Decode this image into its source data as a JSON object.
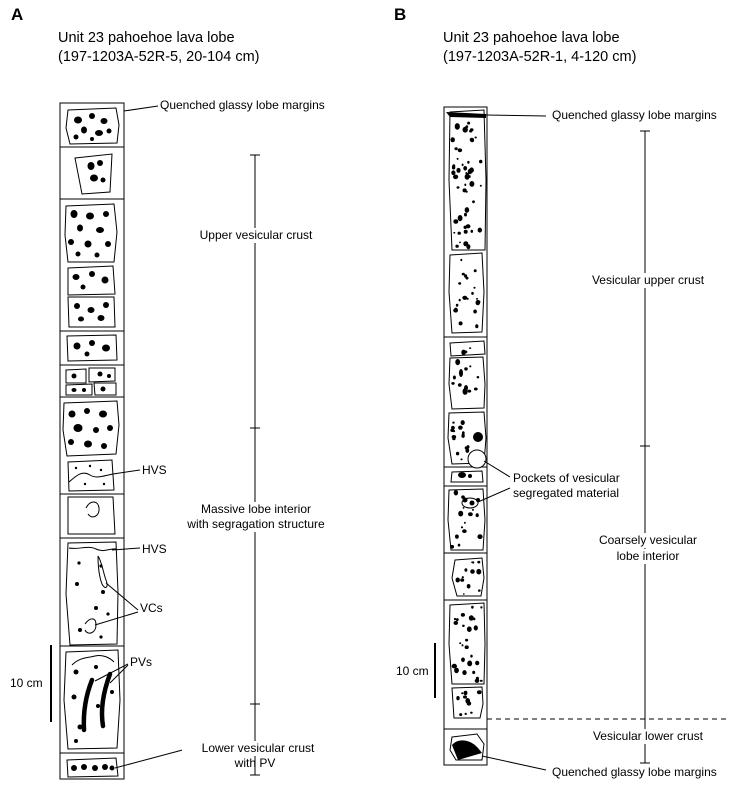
{
  "panel_a": {
    "letter": "A",
    "title_line1": "Unit 23 pahoehoe lava lobe",
    "title_line2": "(197-1203A-52R-5, 20-104 cm)",
    "labels": {
      "quenched_margins": "Quenched glassy lobe margins",
      "upper_crust": "Upper vesicular crust",
      "hvs_1": "HVS",
      "interior_line1": "Massive lobe interior",
      "interior_line2": "with segragation structure",
      "hvs_2": "HVS",
      "vcs": "VCs",
      "pvs": "PVs",
      "lower_crust_line1": "Lower vesicular crust",
      "lower_crust_line2": "with PV"
    },
    "scale_bar": "10 cm"
  },
  "panel_b": {
    "letter": "B",
    "title_line1": "Unit 23 pahoehoe lava lobe",
    "title_line2": "(197-1203A-52R-1, 4-120 cm)",
    "labels": {
      "quenched_margins_top": "Quenched glassy lobe margins",
      "upper_crust": "Vesicular upper crust",
      "pockets_line1": "Pockets of vesicular",
      "pockets_line2": "segregated material",
      "interior_line1": "Coarsely vesicular",
      "interior_line2": "lobe interior",
      "lower_crust": "Vesicular lower crust",
      "quenched_margins_bottom": "Quenched glassy lobe margins"
    },
    "scale_bar": "10 cm"
  }
}
